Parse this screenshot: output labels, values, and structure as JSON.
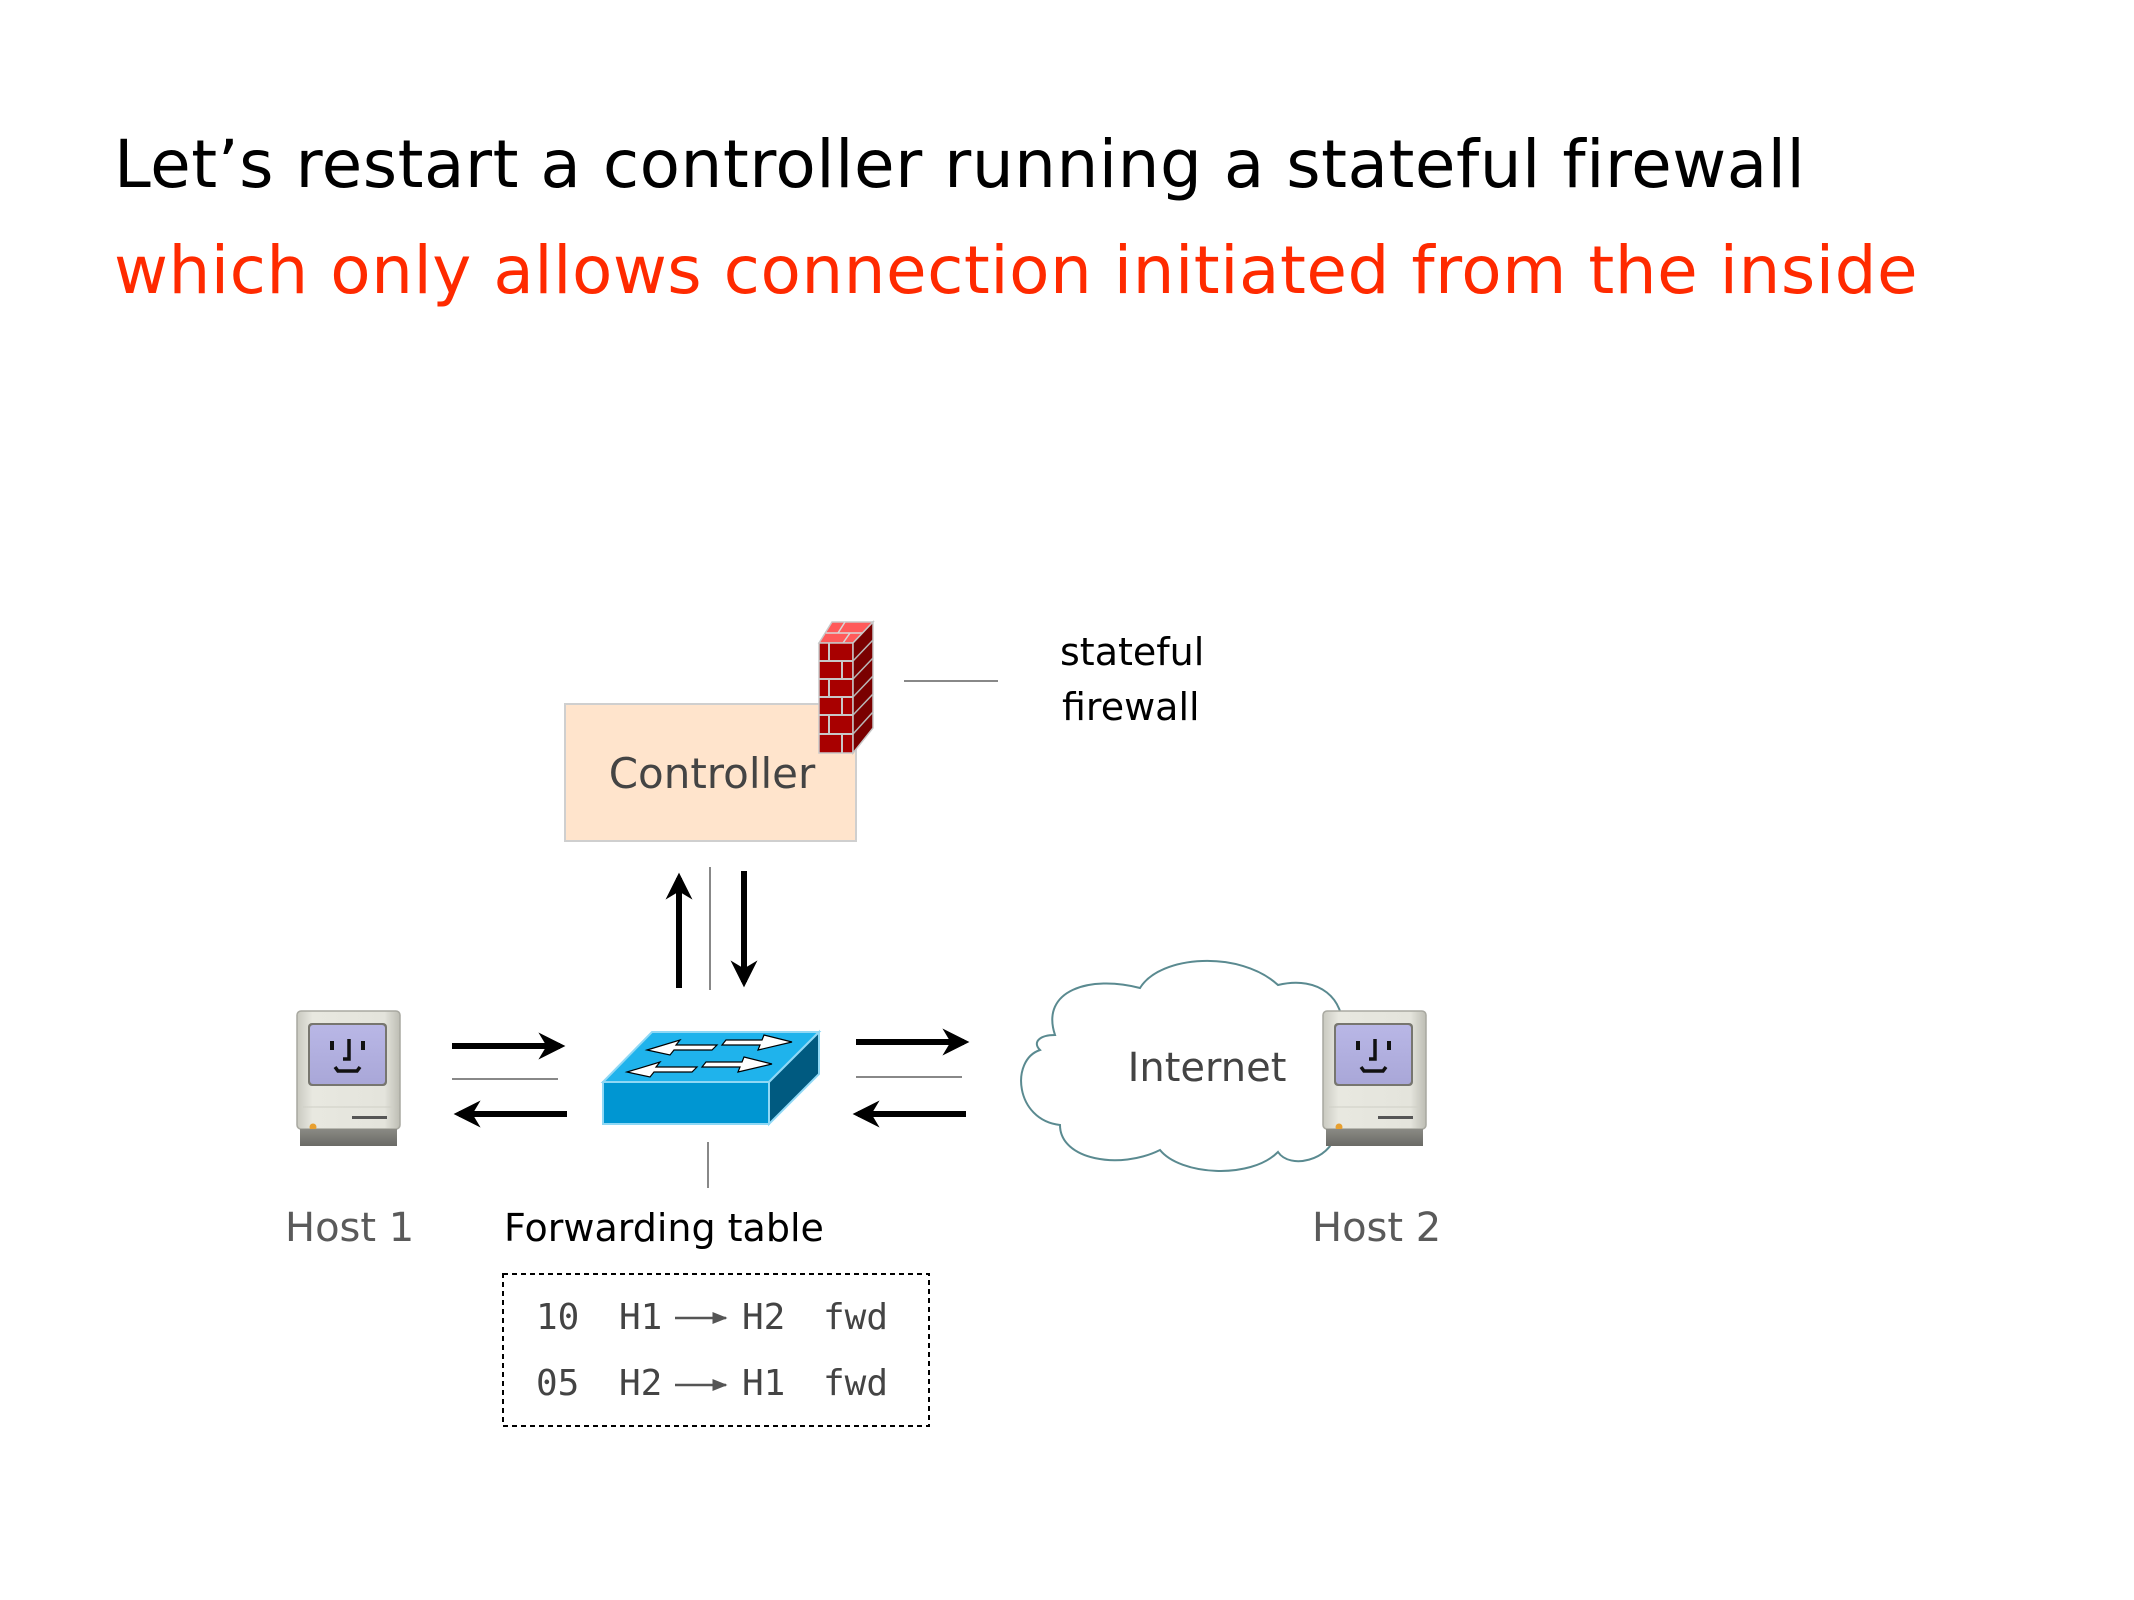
{
  "slide": {
    "title_line1": "Let’s restart a controller running a stateful firewall",
    "title_line2": "which only allows connection initiated from the inside",
    "title_line2_color": "#ff2a00"
  },
  "diagram": {
    "controller": {
      "label": "Controller",
      "fill": "#ffe4cc"
    },
    "firewall": {
      "label_line1": "stateful",
      "label_line2": "firewall",
      "icon": "brick-firewall-icon"
    },
    "switch": {
      "icon": "network-switch-icon",
      "color": "#0097d4"
    },
    "internet": {
      "label": "Internet",
      "icon": "cloud-icon"
    },
    "host1": {
      "label": "Host 1",
      "icon": "macintosh-computer-icon"
    },
    "host2": {
      "label": "Host 2",
      "icon": "macintosh-computer-icon"
    },
    "forwarding_table": {
      "title": "Forwarding table",
      "rows": [
        {
          "priority": "10",
          "src": "H1",
          "dst": "H2",
          "action": "fwd"
        },
        {
          "priority": "05",
          "src": "H2",
          "dst": "H1",
          "action": "fwd"
        }
      ]
    }
  }
}
